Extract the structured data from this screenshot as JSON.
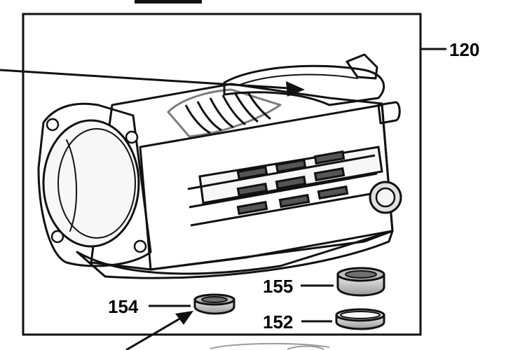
{
  "callouts": {
    "housing": "120",
    "bearing_155": "155",
    "bearing_154": "154",
    "ring_152": "152"
  },
  "colors": {
    "ink": "#111111",
    "shade_light": "#d9d9d9",
    "shade_mid": "#bdbdbd",
    "shade_dark": "#6f6f6f",
    "background": "#ffffff"
  }
}
